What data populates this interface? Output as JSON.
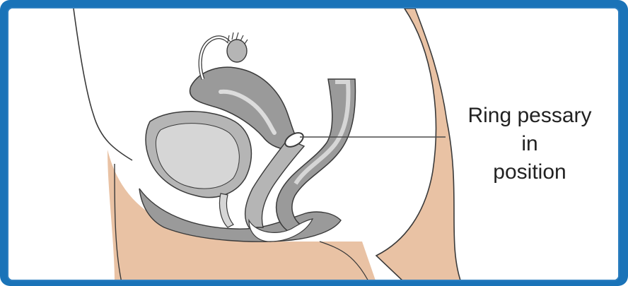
{
  "callout": {
    "lines": [
      "Ring pessary",
      "in",
      "position"
    ]
  },
  "colors": {
    "frame": "#1a73b8",
    "skin": "#e9c2a4",
    "organ_dark": "#8f8f8f",
    "organ_mid": "#b5b5b5",
    "organ_light": "#d6d6d6",
    "outline": "#3a3a3a"
  }
}
